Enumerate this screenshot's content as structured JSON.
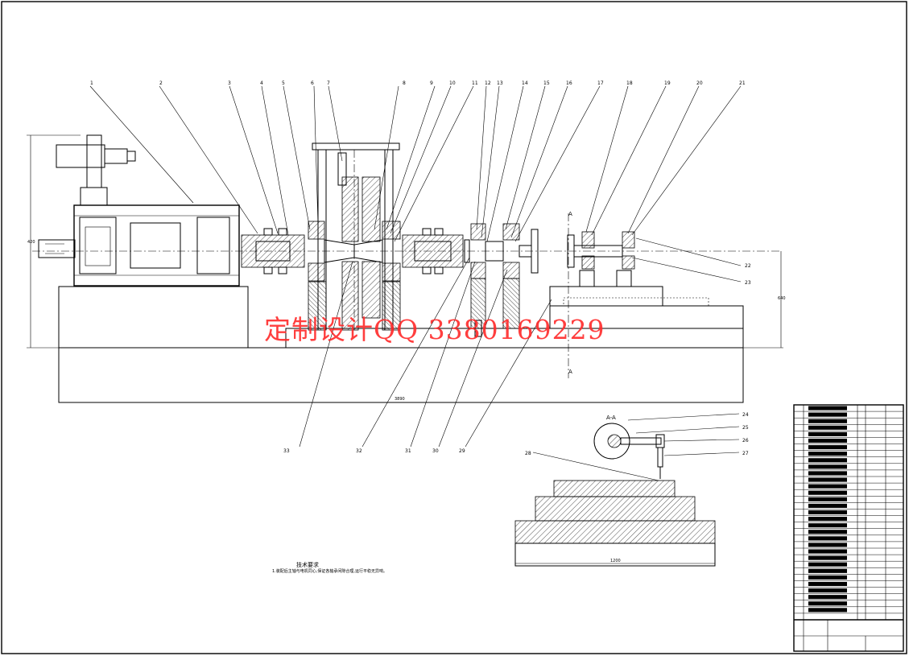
{
  "watermark": "定制设计QQ 3380169229",
  "section_view_label": "A-A",
  "section_mark_top": "A",
  "section_mark_bottom": "A",
  "tech_requirements": {
    "title": "技术要求",
    "line1": "1.装配后主轴与电机同心,保证各轴承间隙合理,运行平稳无异响。",
    "line2": "",
    "line3": ""
  },
  "dimensions": {
    "overall_length": "3890",
    "height_left": "420",
    "height_right": "640",
    "base_width": "1200"
  },
  "callouts_top": [
    "1",
    "2",
    "3",
    "4",
    "5",
    "6",
    "7",
    "8",
    "9",
    "10",
    "11",
    "12",
    "13",
    "14",
    "15",
    "16",
    "17",
    "18",
    "19",
    "20",
    "21"
  ],
  "callouts_bottom": [
    "33",
    "32",
    "31",
    "30",
    "29"
  ],
  "callouts_right": [
    "22",
    "23"
  ],
  "callouts_section": [
    "24",
    "25",
    "26",
    "27",
    "28"
  ],
  "colors": {
    "line": "#000000",
    "watermark": "#ff2a2a"
  }
}
